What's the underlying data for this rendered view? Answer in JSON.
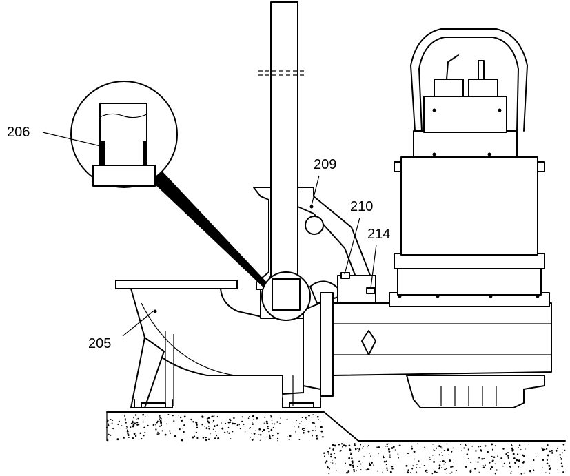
{
  "callouts": {
    "c205": "205",
    "c206": "206",
    "c209": "209",
    "c210": "210",
    "c214": "214"
  },
  "colors": {
    "line": "#000000",
    "background": "#ffffff"
  }
}
